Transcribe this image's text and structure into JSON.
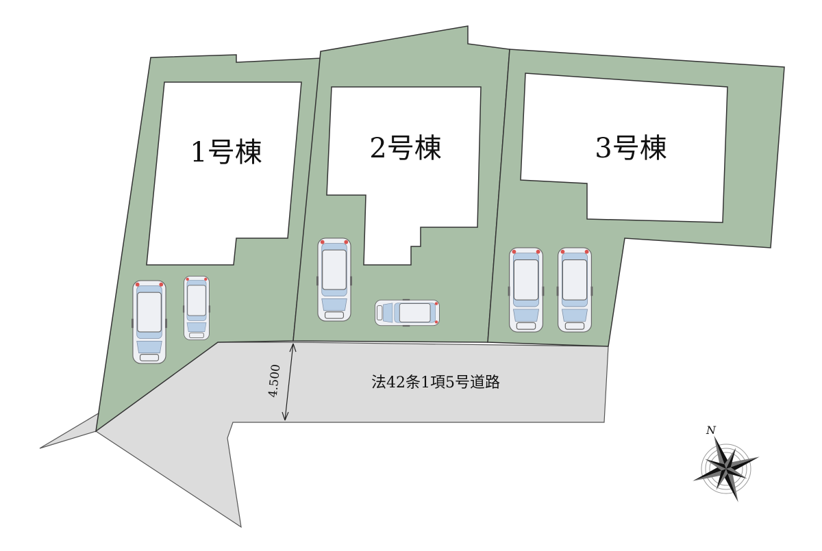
{
  "buildings": {
    "b1": {
      "label": "1号棟"
    },
    "b2": {
      "label": "2号棟"
    },
    "b3": {
      "label": "3号棟"
    }
  },
  "road": {
    "label": "法42条1項5号道路",
    "width_label": "4.500"
  },
  "compass": {
    "north_label": "N"
  },
  "colors": {
    "lot": "#a9bfa7",
    "road": "#dcdcdc",
    "building": "#ffffff",
    "car_glass": "#b9cfe6"
  },
  "icons": {
    "car": "car-icon",
    "compass": "compass-rose-icon"
  }
}
